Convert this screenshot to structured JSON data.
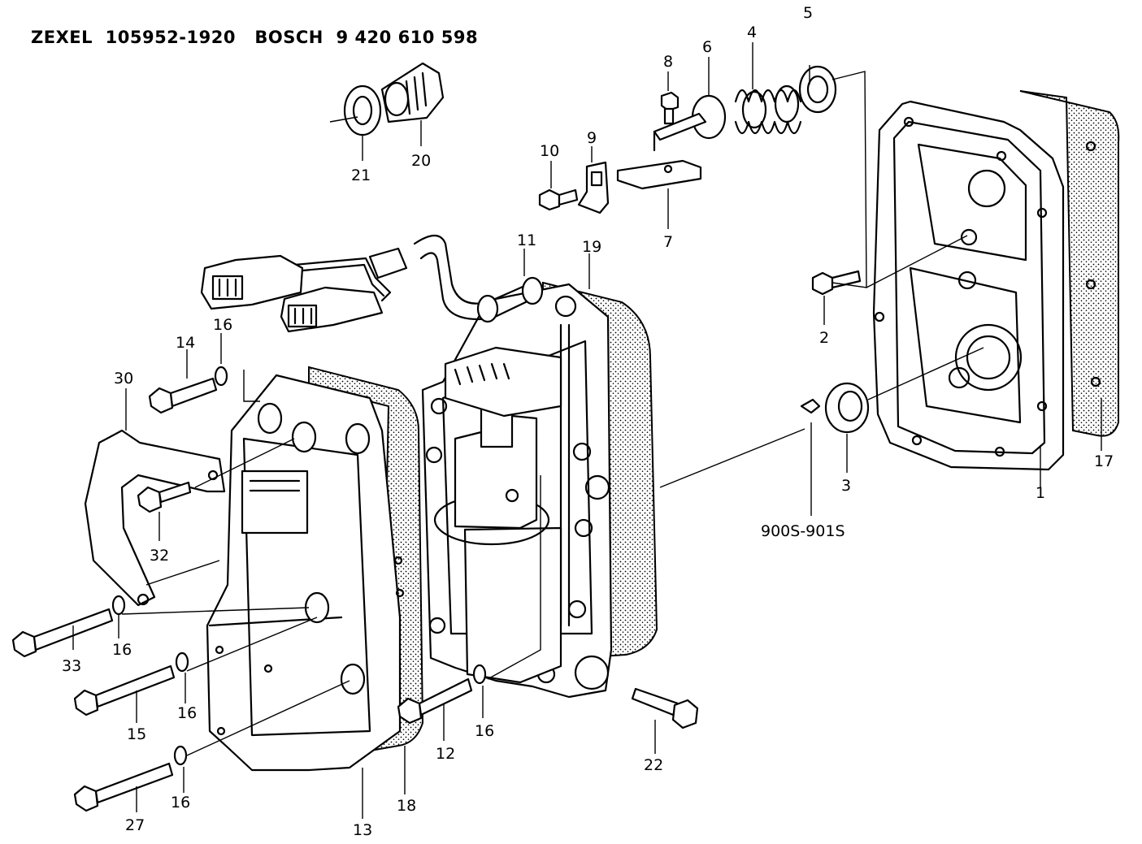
{
  "header": {
    "brand": "ZEXEL",
    "part_number": "105952-1920",
    "oem_brand": "BOSCH",
    "oem_number": "9 420 610 598"
  },
  "callouts": {
    "c1": "1",
    "c2": "2",
    "c3": "3",
    "c4": "4",
    "c5": "5",
    "c6": "6",
    "c7": "7",
    "c8": "8",
    "c9": "9",
    "c10": "10",
    "c11": "11",
    "c12": "12",
    "c13": "13",
    "c14": "14",
    "c15": "15",
    "c16a": "16",
    "c16b": "16",
    "c16c": "16",
    "c16d": "16",
    "c16e": "16",
    "c17": "17",
    "c18": "18",
    "c19": "19",
    "c20": "20",
    "c21": "21",
    "c22": "22",
    "c27": "27",
    "c30": "30",
    "c32": "32",
    "c33": "33",
    "c900": "900S-901S"
  }
}
